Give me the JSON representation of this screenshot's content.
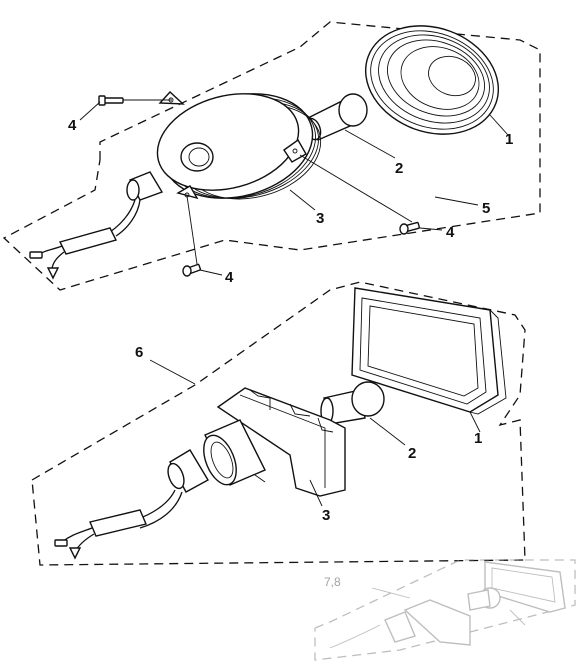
{
  "diagram": {
    "callouts_upper": {
      "lens_rim": "1",
      "bulb": "2",
      "housing": "3",
      "screw_top": "4",
      "screw_right": "4",
      "screw_bottom": "4",
      "assembly_round": "5"
    },
    "callouts_lower": {
      "assembly_rect": "6",
      "lens_rect": "1",
      "bulb": "2",
      "housing": "3"
    },
    "callouts_inset": {
      "assembly": "7,8"
    }
  }
}
